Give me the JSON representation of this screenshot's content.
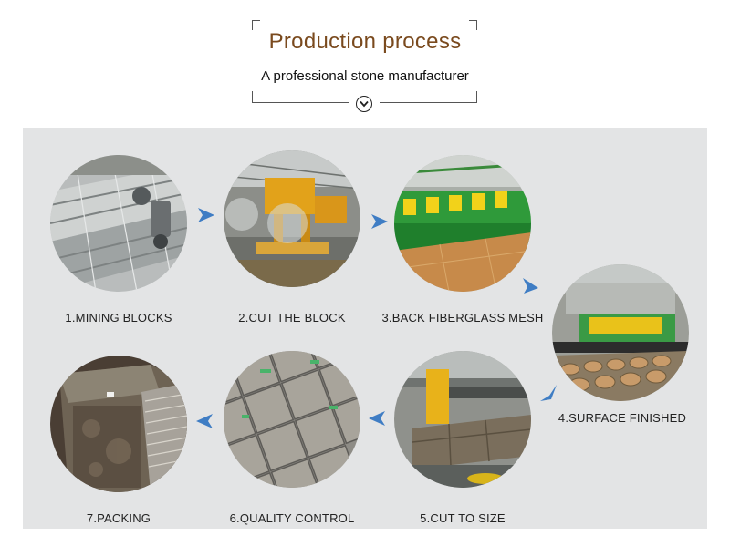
{
  "header": {
    "title": "Production process",
    "subtitle": "A professional stone manufacturer",
    "scroll_icon": "chevron-down-circle-icon"
  },
  "colors": {
    "title": "#7a4a1e",
    "panel": "#e3e4e5",
    "arrow": "#3f7dc4"
  },
  "steps": [
    {
      "label": "1.MINING BLOCKS",
      "scene": "mining-quarry"
    },
    {
      "label": "2.CUT THE BLOCK",
      "scene": "block-cutting-saw"
    },
    {
      "label": "3.BACK FIBERGLASS MESH",
      "scene": "fiberglass-mesh-line"
    },
    {
      "label": "4.SURFACE FINISHED",
      "scene": "polishing-machine"
    },
    {
      "label": "5.CUT TO SIZE",
      "scene": "bridge-saw"
    },
    {
      "label": "6.QUALITY CONTROL",
      "scene": "tile-inspection"
    },
    {
      "label": "7.PACKING",
      "scene": "packed-crate"
    }
  ]
}
